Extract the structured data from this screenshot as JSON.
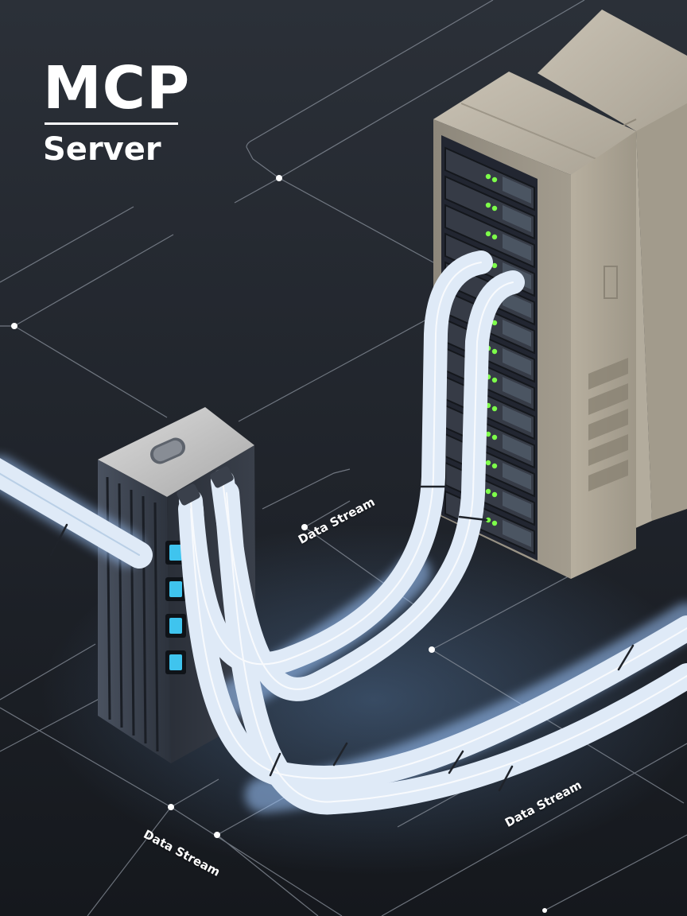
{
  "title": {
    "main": "MCP",
    "sub": "Server"
  },
  "labels": {
    "stream_1": "Data Stream",
    "stream_2": "Data Stream",
    "stream_3": "Data Stream"
  },
  "colors": {
    "background": "#1c2026",
    "cable": "#dfeaf7",
    "cable_glow": "#9fc8ff",
    "led_green": "#7dff4a",
    "led_blue": "#3fc4ee",
    "rack": "#aba395",
    "grid_line": "#8a919c"
  },
  "icons": [
    "server-rack-icon",
    "network-switch-icon",
    "data-cable-icon"
  ]
}
